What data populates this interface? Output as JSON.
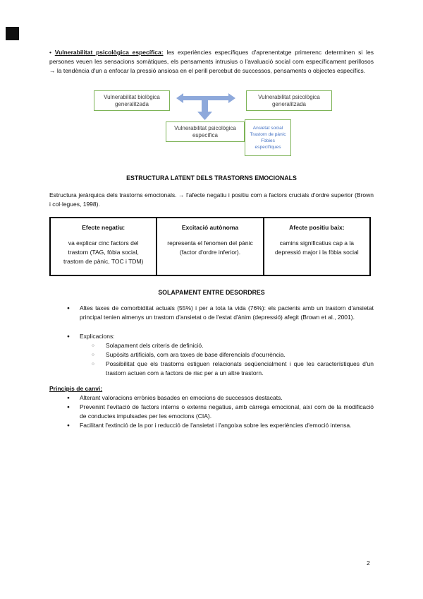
{
  "intro": {
    "marker": "• ",
    "term": "Vulnerabilitat psicològica específica:",
    "text": " les experiències específiques d'aprenentatge primerenc determinen si les persones veuen les sensacions somàtiques, els pensaments intrusius o l'avaluació social com específicament perillosos → la tendència d'un a enfocar la pressió ansiosa en el perill percebut de successos, pensaments o objectes específics."
  },
  "diagram": {
    "box_left": "Vulnerabilitat biològica generalitzada",
    "box_right": "Vulnerabilitat psicològica generalitzada",
    "box_bottom": "Vulnerabilitat psicològica específica",
    "box_disorders": "Ansietat social Trastorn de pànic Fòbies específiques"
  },
  "structure": {
    "title": "ESTRUCTURA LATENT DELS TRASTORNS EMOCIONALS",
    "intro": "Estructura jeràrquica dels trastorns emocionals. → l'afecte negatiu i positiu com a factors crucials d'ordre superior (Brown i col·legues, 1998).",
    "table": {
      "columns": [
        {
          "header": "Efecte negatiu:",
          "body": "va explicar cinc factors del trastorn (TAG, fòbia social, trastorn de pànic, TOC i TDM)"
        },
        {
          "header": "Excitació autònoma",
          "body": "representa el fenomen del pànic (factor d'ordre inferior)."
        },
        {
          "header": "Afecte positiu baix:",
          "body": "camins significatius cap a la depressió major i la fòbia social"
        }
      ]
    }
  },
  "overlap": {
    "title": "SOLAPAMENT ENTRE DESORDRES",
    "comorbidity": "Altes taxes de comorbiditat actuals (55%) i per a tota la vida (76%): els pacients amb un trastorn d'ansietat principal tenien almenys un trastorn d'ansietat o de l'estat d'ànim (depressió) afegit (Brown et al., 2001).",
    "explanations_label": "Explicacions:",
    "explanations": [
      "Solapament dels criteris de definició.",
      "Supòsits artificials, com ara taxes de base diferencials d'ocurrència.",
      "Possibilitat que els trastorns estiguen relacionats seqüencialment i que les característiques d'un trastorn actuen com a factors de risc per a un altre trastorn."
    ]
  },
  "principles": {
    "title": "Principis de canvi:",
    "items": [
      "Alterant valoracions errònies basades en emocions de successos destacats.",
      "Prevenint l'evitació de factors interns o externs negatius, amb càrrega emocional, així com de la modificació de conductes impulsades per les emocions (CIA).",
      "Facilitant l'extinció de la por i reducció de l'ansietat i l'angoixa sobre les experiències d'emoció intensa."
    ]
  },
  "glyphs": {
    "level1_bullet": "●",
    "level2_bullet": "○"
  },
  "colors": {
    "box_border_green": "#7db356",
    "arrow_blue": "#8ea9db",
    "disorders_text_blue": "#4472c4"
  },
  "page_number": "2"
}
